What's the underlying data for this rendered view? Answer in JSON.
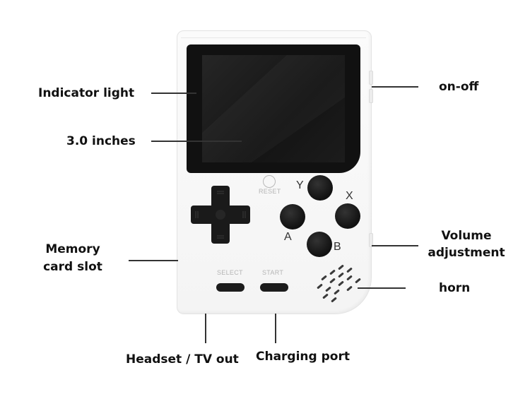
{
  "labels": {
    "indicator_light": "Indicator light",
    "screen_size": "3.0 inches",
    "memory_card_1": "Memory",
    "memory_card_2": "card slot",
    "on_off": "on-off",
    "volume_1": "Volume",
    "volume_2": "adjustment",
    "horn": "horn",
    "headset": "Headset / TV out",
    "charging": "Charging port"
  },
  "device": {
    "reset": "RESET",
    "select": "SELECT",
    "start": "START",
    "btn_y": "Y",
    "btn_x": "X",
    "btn_a": "A",
    "btn_b": "B"
  }
}
